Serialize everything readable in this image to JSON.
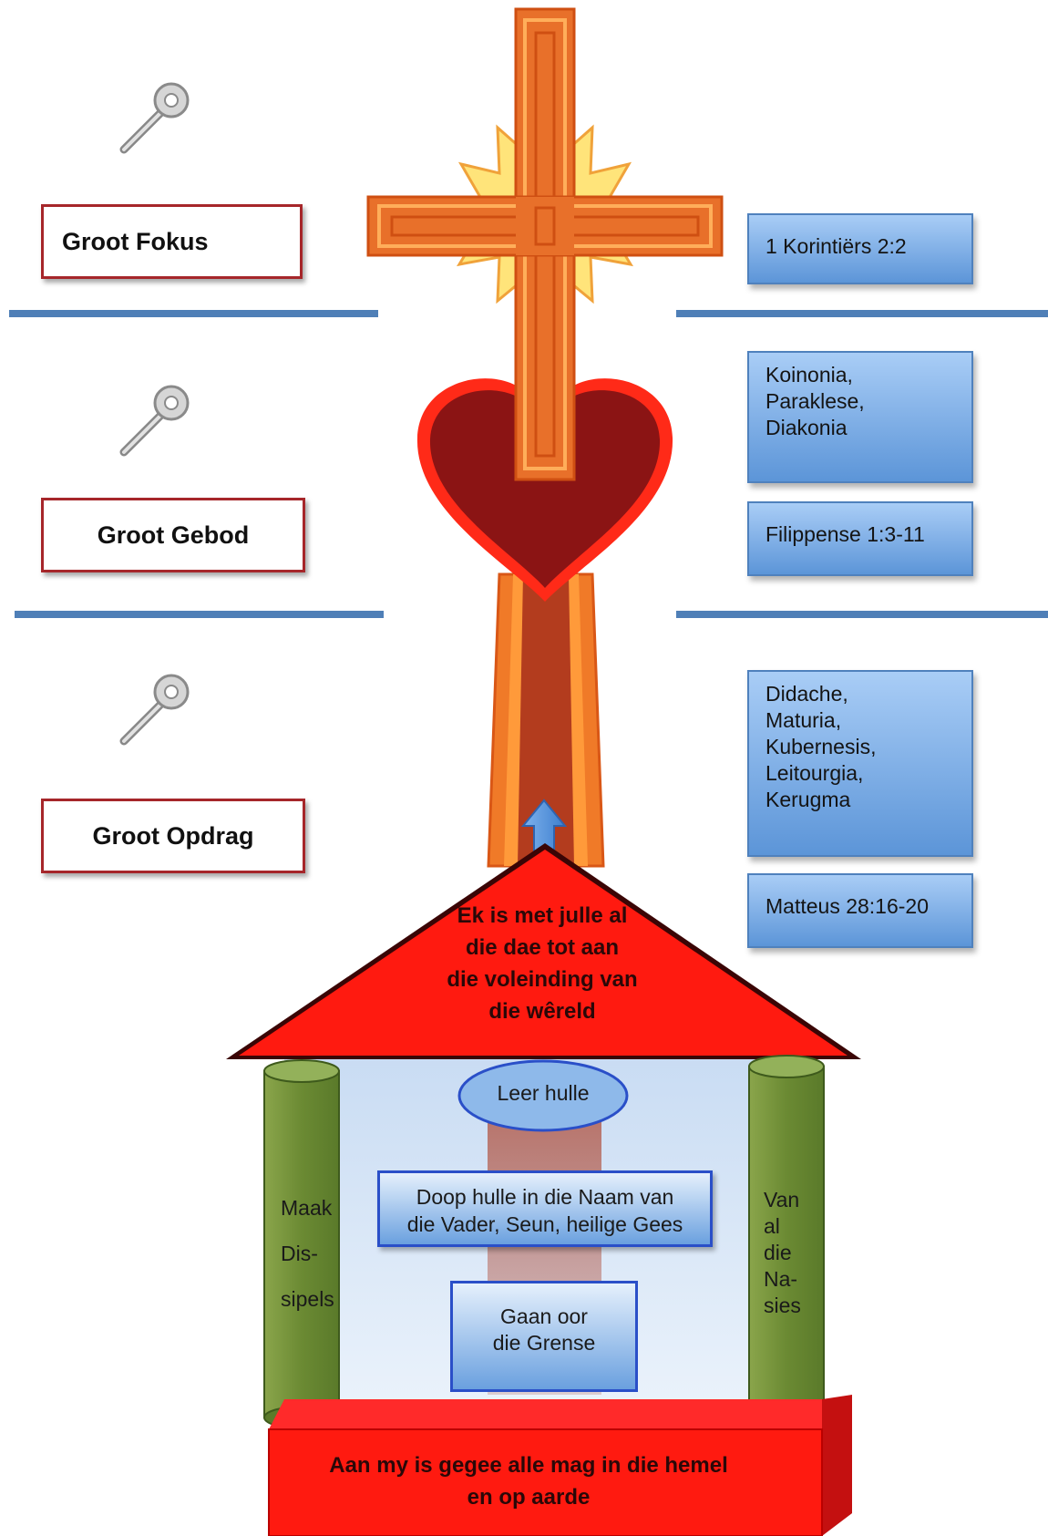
{
  "left_labels": [
    {
      "text": "Groot Fokus"
    },
    {
      "text": "Groot Gebod"
    },
    {
      "text": "Groot Opdrag"
    }
  ],
  "right_boxes": [
    {
      "lines": [
        "1 Korintiërs 2:2"
      ]
    },
    {
      "lines": [
        "Koinonia,",
        "Paraklese,",
        "Diakonia"
      ]
    },
    {
      "lines": [
        "Filippense 1:3-11"
      ]
    },
    {
      "lines": [
        "Didache,",
        "Maturia,",
        "Kubernesis,",
        "Leitourgia,",
        "Kerugma"
      ]
    },
    {
      "lines": [
        "Matteus 28:16-20"
      ]
    }
  ],
  "roof_lines": [
    "Ek is met julle al",
    "die dae tot aan",
    "die voleinding van",
    "die wêreld"
  ],
  "oval_text": "Leer hulle",
  "baptize_lines": [
    "Doop hulle in die Naam van",
    "die Vader, Seun, heilige Gees"
  ],
  "go_lines": [
    "Gaan oor",
    "die Grense"
  ],
  "left_pillar_lines": [
    "Maak",
    "Dis-",
    "sipels"
  ],
  "right_pillar_lines": [
    "Van",
    "al",
    "die",
    "Na-",
    "sies"
  ],
  "base_lines": [
    "Aan my is gegee alle mag in die hemel",
    "en op aarde"
  ],
  "colors": {
    "cross_orange": "#e8702a",
    "heart_red": "#8b1414",
    "roof_red": "#ff1a10",
    "pillar_green": "#6e8b37",
    "box_blue": "#5c95d8",
    "divider_blue": "#4f7fb7",
    "label_border": "#a6262a"
  },
  "icons": [
    "key-icon",
    "key-icon",
    "key-icon",
    "up-arrow-icon",
    "starburst-icon"
  ]
}
